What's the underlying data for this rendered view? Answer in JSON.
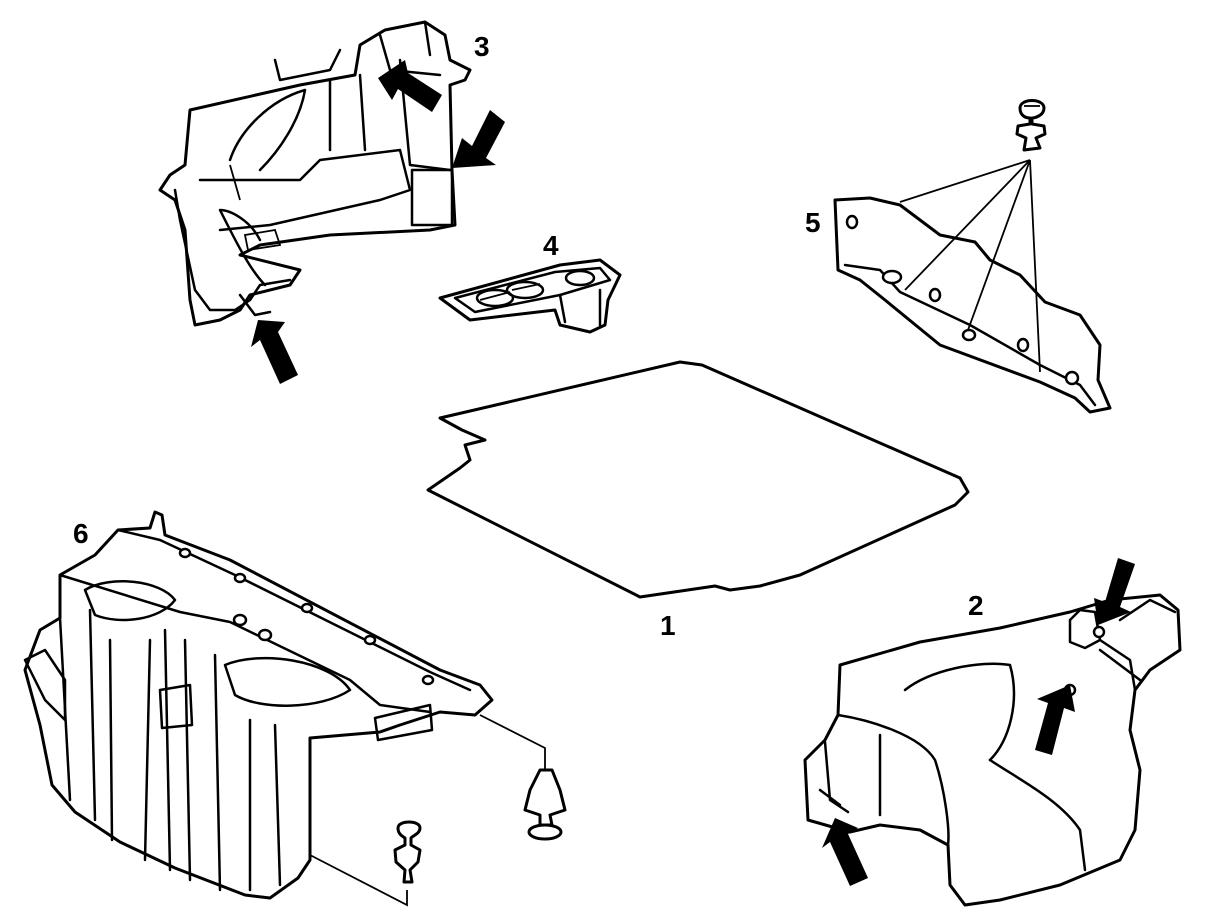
{
  "diagram": {
    "callouts": [
      {
        "id": "1",
        "text": "1"
      },
      {
        "id": "2",
        "text": "2"
      },
      {
        "id": "3",
        "text": "3"
      },
      {
        "id": "4",
        "text": "4"
      },
      {
        "id": "5",
        "text": "5"
      },
      {
        "id": "6",
        "text": "6"
      }
    ],
    "parts": [
      {
        "callout": "1",
        "icon": "trunk-floor-mat-icon"
      },
      {
        "callout": "2",
        "icon": "right-side-trim-panel-icon"
      },
      {
        "callout": "3",
        "icon": "left-side-trim-panel-icon"
      },
      {
        "callout": "4",
        "icon": "tray-cover-icon"
      },
      {
        "callout": "5",
        "icon": "rear-trim-panel-icon"
      },
      {
        "callout": "6",
        "icon": "package-tray-icon"
      }
    ],
    "line_color": "#000000",
    "background": "#ffffff"
  }
}
